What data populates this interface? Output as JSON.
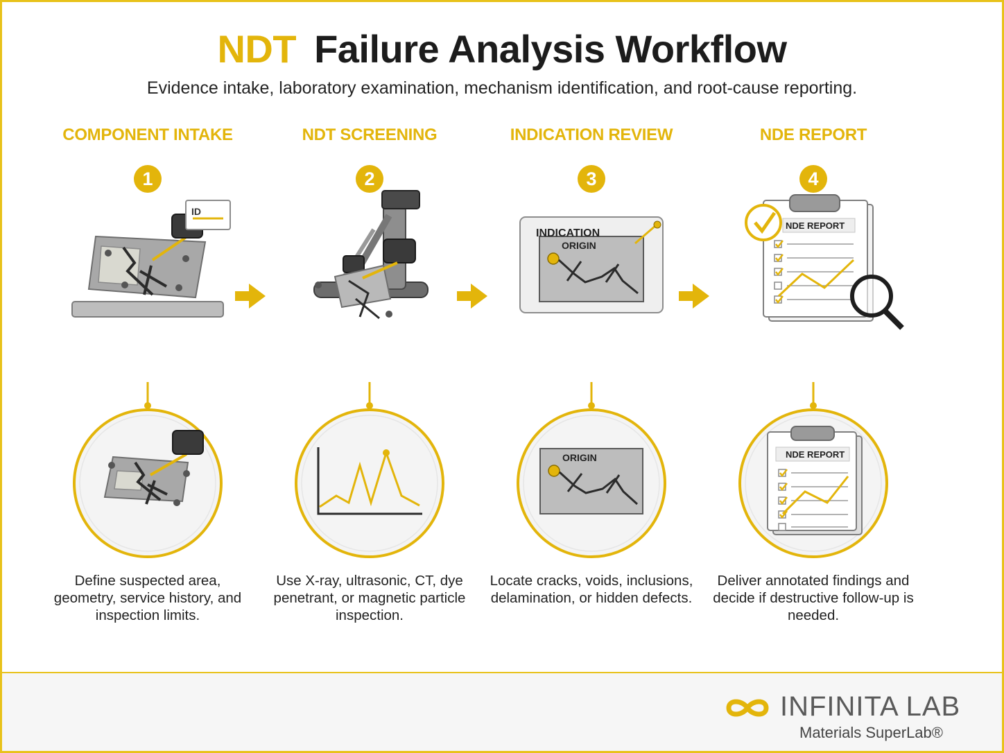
{
  "header": {
    "title_accent": "NDT",
    "title_main": "Failure Analysis Workflow",
    "subtitle": "Evidence intake, laboratory examination, mechanism identification, and root-cause reporting."
  },
  "steps": [
    {
      "number": "1",
      "heading": "COMPONENT INTAKE",
      "tag_label": "ID",
      "description": "Define suspected area, geometry, service history, and inspection limits."
    },
    {
      "number": "2",
      "heading": "NDT SCREENING",
      "description": "Use X-ray, ultrasonic, CT, dye penetrant, or magnetic particle inspection."
    },
    {
      "number": "3",
      "heading": "INDICATION REVIEW",
      "screen_title": "INDICATION",
      "screen_label": "ORIGIN",
      "description": "Locate cracks, voids, inclusions, delamination, or hidden defects."
    },
    {
      "number": "4",
      "heading": "NDE REPORT",
      "report_title": "NDE REPORT",
      "description": "Deliver annotated findings and decide if destructive follow-up is needed."
    }
  ],
  "footer": {
    "brand": "INFINITA LAB",
    "tagline": "Materials SuperLab®"
  },
  "colors": {
    "accent": "#E3B50B",
    "dark": "#2b2b2b",
    "gray": "#a9a9a9",
    "light_gray": "#d8d8d8"
  }
}
